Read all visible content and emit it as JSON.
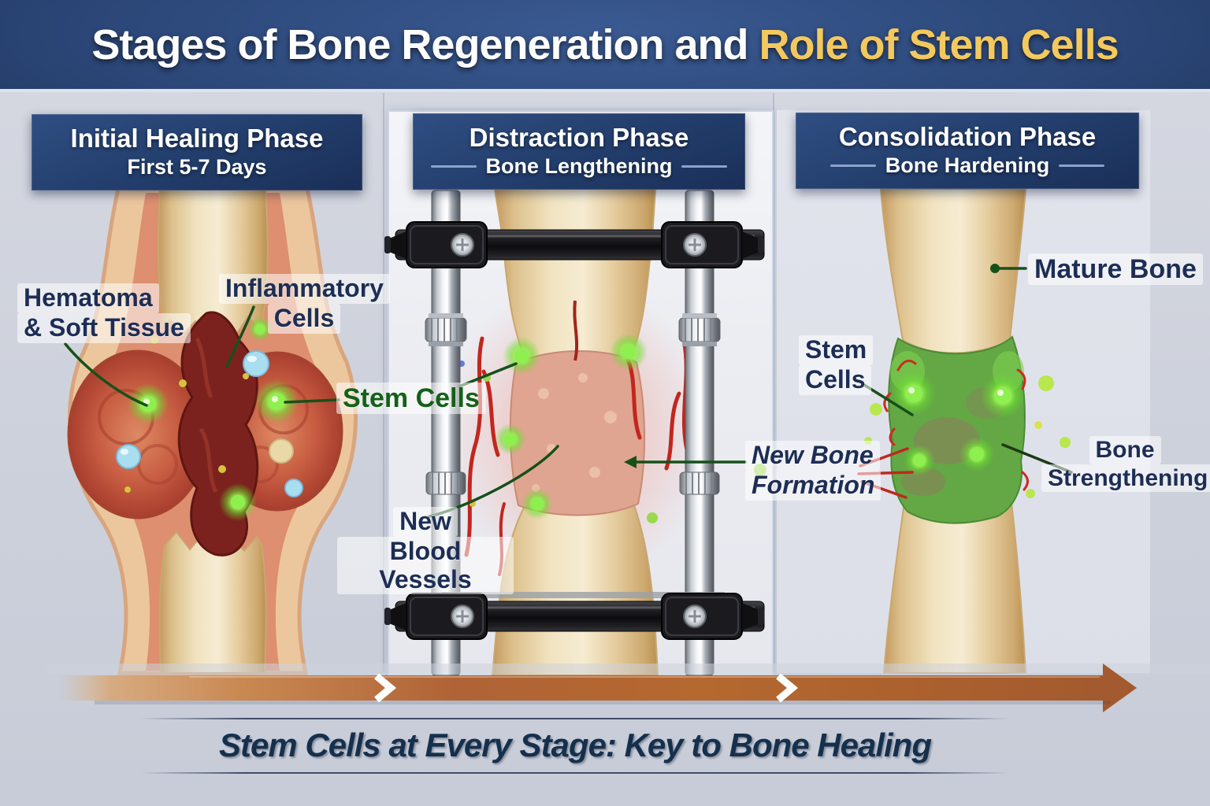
{
  "title": {
    "prefix": "Stages of Bone Regeneration and ",
    "highlight": "Role of Stem Cells"
  },
  "panels": [
    {
      "title": "Initial Healing Phase",
      "subtitle": "First 5-7 Days",
      "labels": {
        "hematoma_l1": "Hematoma",
        "hematoma_l2": "& Soft Tissue",
        "inflammatory_l1": "Inflammatory",
        "inflammatory_l2": "Cells",
        "stem_cells": "Stem Cells"
      }
    },
    {
      "title": "Distraction Phase",
      "subtitle": "Bone Lengthening",
      "labels": {
        "new_bone_l1": "New Bone",
        "new_bone_l2": "Formation",
        "new_vessels_l1": "New",
        "new_vessels_l2": "Blood Vessels"
      }
    },
    {
      "title": "Consolidation Phase",
      "subtitle": "Bone Hardening",
      "labels": {
        "mature_bone": "Mature Bone",
        "stem_l1": "Stem",
        "stem_l2": "Cells",
        "strength_l1": "Bone",
        "strength_l2": "Strengthening"
      }
    }
  ],
  "footer": {
    "caption": "Stem Cells at Every Stage: Key to Bone Healing"
  },
  "icons": {
    "flow_arrow": "right-arrow",
    "chevron": "chevron-right"
  },
  "colors": {
    "banner_bg": "#2b4677",
    "title_text": "#fdfdfd",
    "title_highlight": "#f3c95f",
    "header_bg": "#24406f",
    "label_navy": "#1d2e55",
    "label_green": "#156018",
    "leader_line_green": "#17501a",
    "arrow_orange": "#b06336",
    "caption_navy": "#15304d",
    "background": "#cdd1db",
    "bone_tan": "#eadbb4",
    "hematoma_red": "#7c221e",
    "stem_cell_green": "#7ee83e",
    "new_bone_pink": "#e0a591"
  }
}
